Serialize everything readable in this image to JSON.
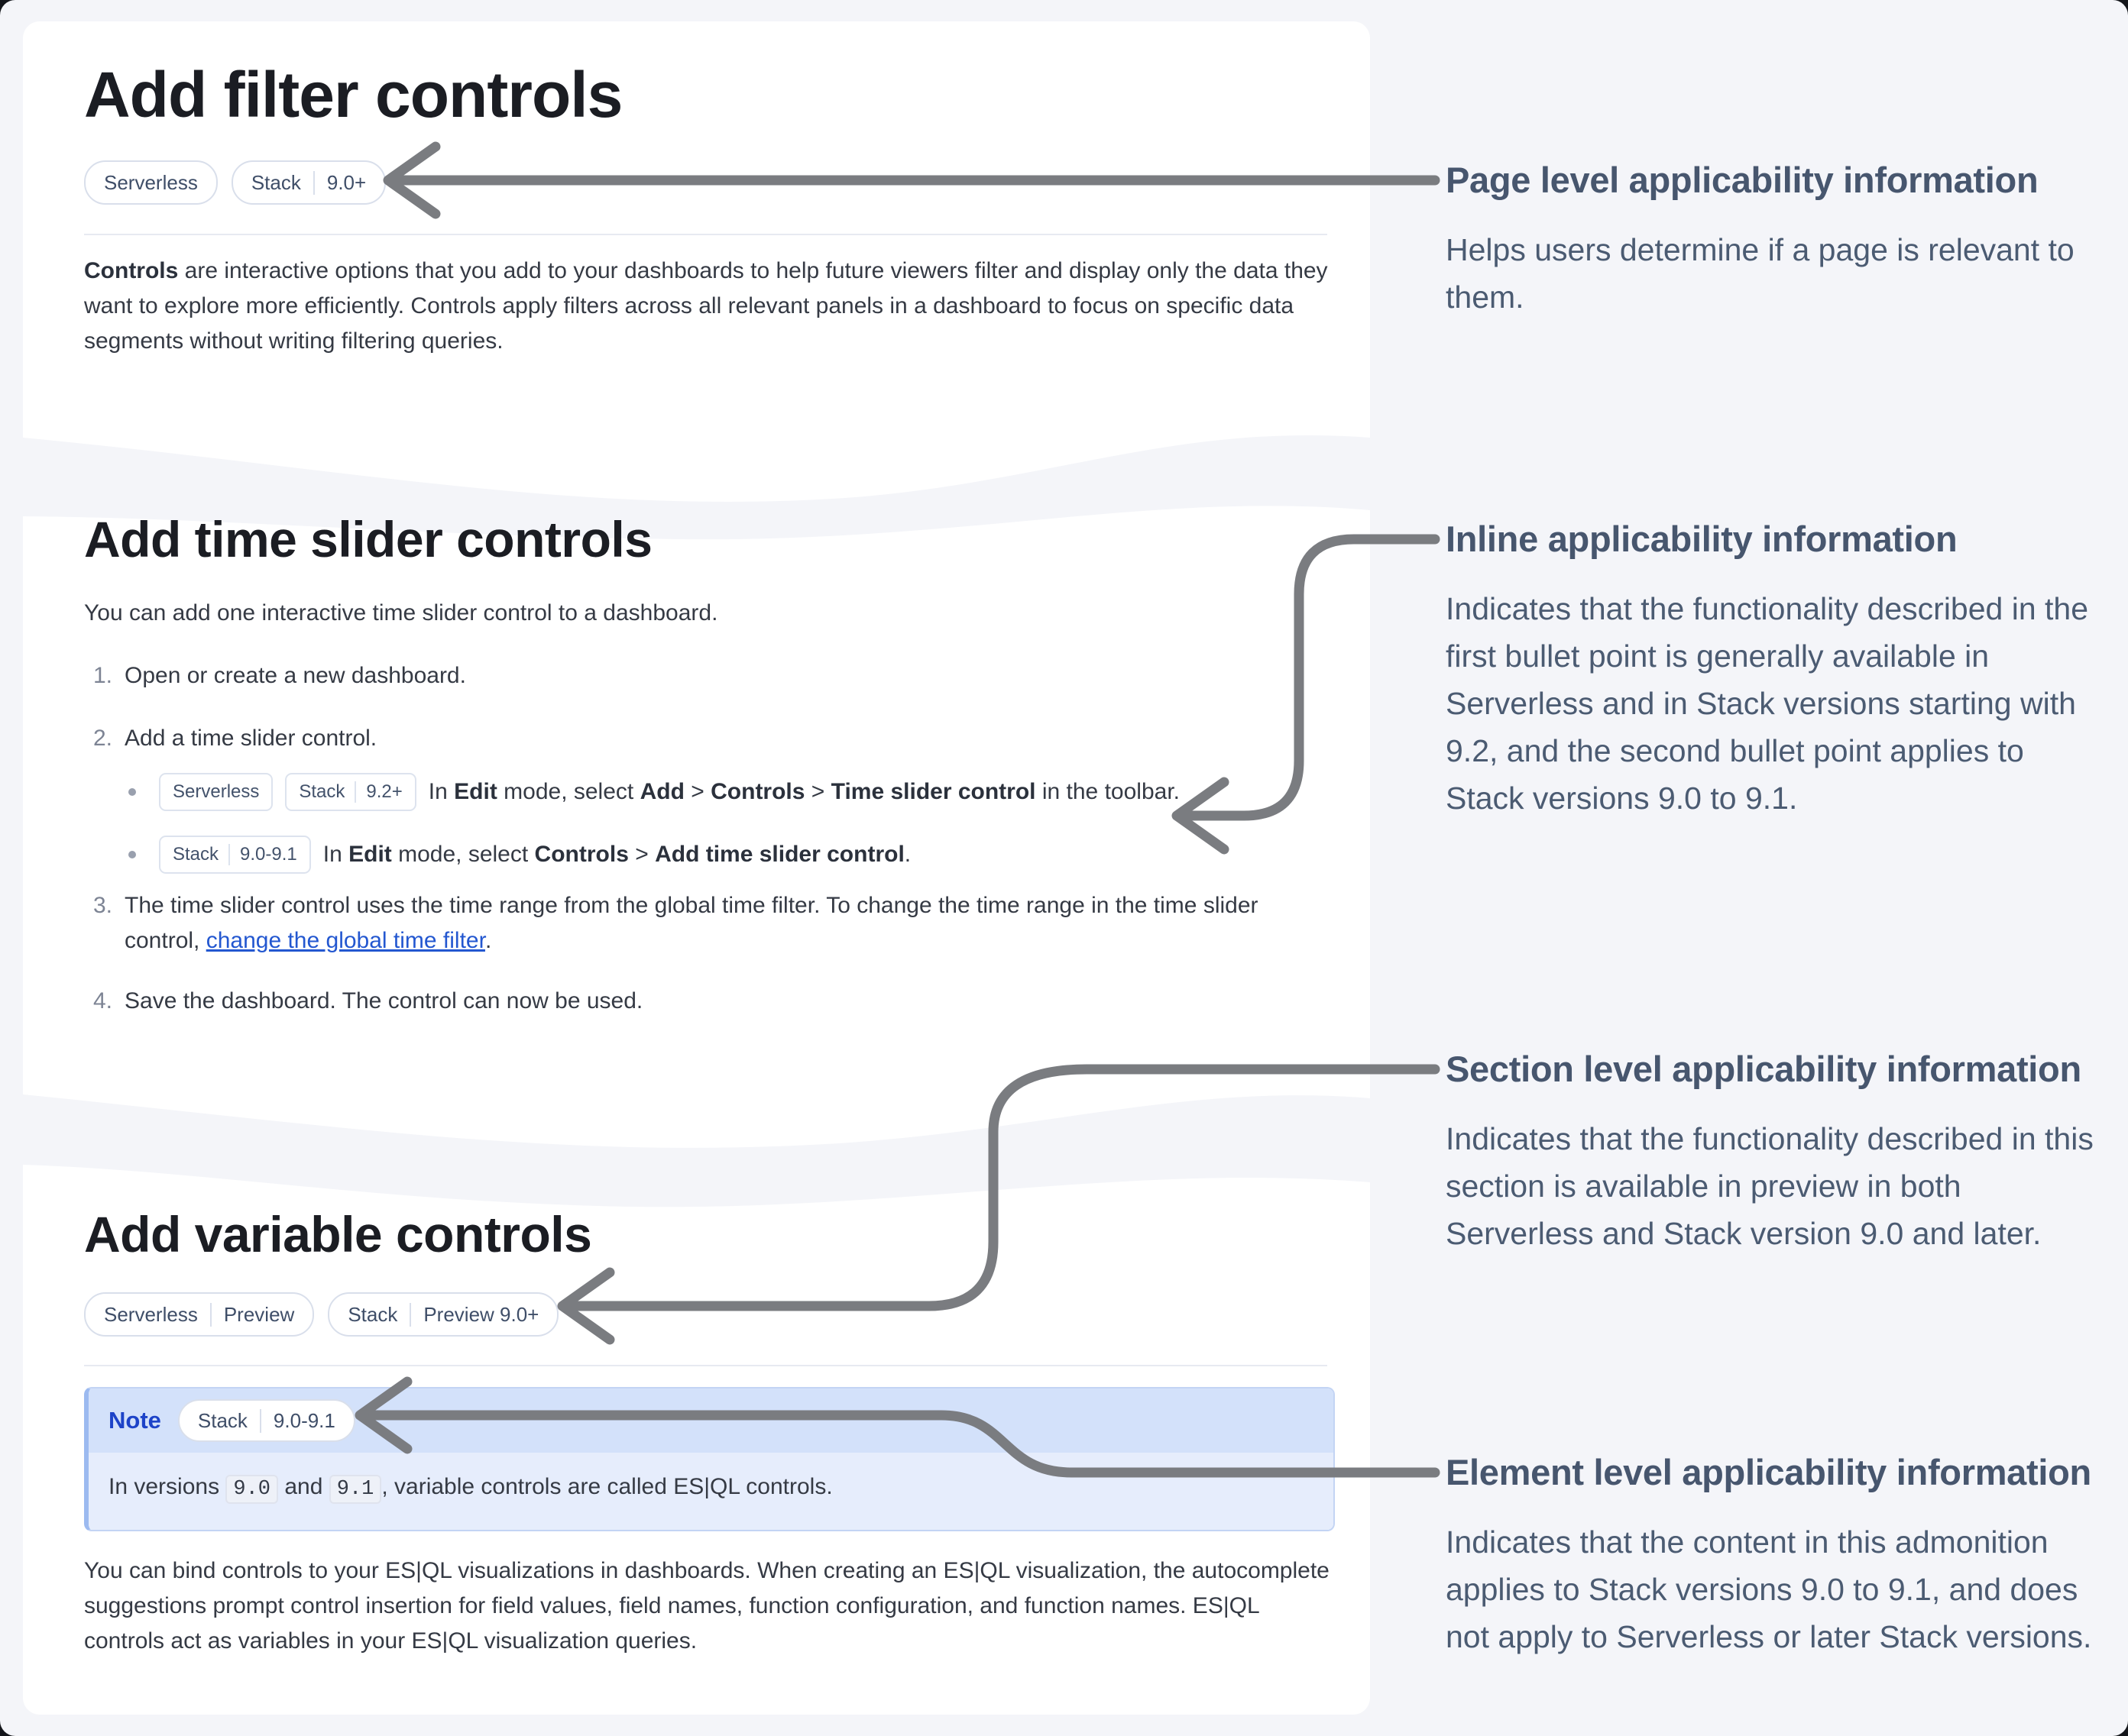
{
  "colors": {
    "page_background": "#f4f5f9",
    "card_background": "#ffffff",
    "heading_text": "#1b1d23",
    "body_text": "#353a44",
    "annotation_text": "#47566e",
    "arrow": "#7a7c80",
    "badge_border": "#d9dfeb",
    "badge_text": "#3f4e68",
    "link": "#2357d0",
    "note_header_bg": "#d3e1fa",
    "note_body_bg": "#e6edfc",
    "note_label_blue": "#1d43c8"
  },
  "card_filter": {
    "title": "Add filter controls",
    "badges": [
      {
        "segments": [
          "Serverless"
        ]
      },
      {
        "segments": [
          "Stack",
          "9.0+"
        ]
      }
    ],
    "intro_bold": "Controls",
    "intro_rest": " are interactive options that you add to your dashboards to help future viewers filter and display only the data they want to explore more efficiently. Controls apply filters across all relevant panels in a dashboard to focus on specific data segments without writing filtering queries."
  },
  "card_timeslider": {
    "title": "Add time slider controls",
    "intro": "You can add one interactive time slider control to a dashboard.",
    "steps": {
      "n1": "1.",
      "s1": "Open or create a new dashboard.",
      "n2": "2.",
      "s2": "Add a time slider control.",
      "n3": "3.",
      "s3": {
        "t1": "The time slider control uses the time range from the global time filter. To change the time range in the time slider control, ",
        "link": "change the global time filter",
        "t2": "."
      },
      "n4": "4.",
      "s4": "Save the dashboard. The control can now be used."
    },
    "bullet1": {
      "badges": [
        {
          "segments": [
            "Serverless"
          ]
        },
        {
          "segments": [
            "Stack",
            "9.2+"
          ]
        }
      ],
      "parts": {
        "t1": "In ",
        "b1": "Edit",
        "t2": " mode, select ",
        "b2": "Add",
        "t3": " > ",
        "b3": "Controls",
        "t4": " > ",
        "b4": "Time slider control",
        "t5": " in the toolbar."
      }
    },
    "bullet2": {
      "badges": [
        {
          "segments": [
            "Stack",
            "9.0-9.1"
          ]
        }
      ],
      "parts": {
        "t1": "In ",
        "b1": "Edit",
        "t2": " mode, select ",
        "b2": "Controls",
        "t3": " > ",
        "b3": "Add time slider control",
        "t4": "."
      }
    }
  },
  "card_variable": {
    "title": "Add variable controls",
    "badges": [
      {
        "segments": [
          "Serverless",
          "Preview"
        ]
      },
      {
        "segments": [
          "Stack",
          "Preview 9.0+"
        ]
      }
    ],
    "note": {
      "label": "Note",
      "badge": {
        "segments": [
          "Stack",
          "9.0-9.1"
        ]
      },
      "body": {
        "t1": "In versions ",
        "c1": "9.0",
        "t2": " and ",
        "c2": "9.1",
        "t3": ", variable controls are called ES|QL controls."
      }
    },
    "paragraph": "You can bind controls to your ES|QL visualizations in dashboards. When creating an ES|QL visualization, the autocomplete suggestions prompt control insertion for field values, field names, function configuration, and function names. ES|QL controls act as variables in your ES|QL visualization queries."
  },
  "annotations": {
    "a1": {
      "title": "Page level applicability information",
      "body": "Helps users determine if a page is relevant to them."
    },
    "a2": {
      "title": "Inline applicability information",
      "body": "Indicates that the functionality described in the first bullet point is generally available in Serverless and in Stack versions starting with 9.2, and the second bullet point applies to Stack versions 9.0 to 9.1."
    },
    "a3": {
      "title": "Section level applicability information",
      "body": "Indicates that the functionality described in this section is available in preview in both Serverless and Stack version 9.0 and later."
    },
    "a4": {
      "title": "Element level applicability information",
      "body": "Indicates that the content in this admonition applies to Stack versions 9.0 to 9.1, and does not apply to Serverless or later Stack versions."
    }
  }
}
